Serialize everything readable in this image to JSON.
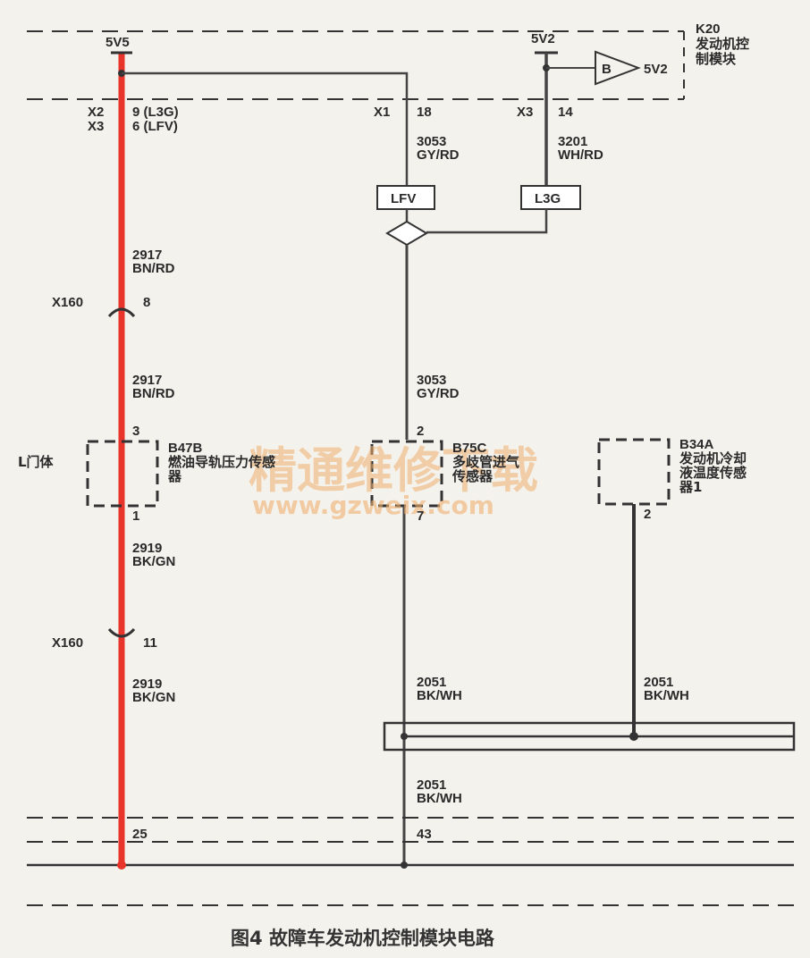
{
  "module": {
    "ref": "K20",
    "name_line1": "发动机控",
    "name_line2": "制模块",
    "supply_5v5": "5V5",
    "supply_5v2": "5V2",
    "buffer_letter": "B",
    "buffer_out": "5V2"
  },
  "connectors": {
    "x2": "X2",
    "x2_pin": "9 (L3G)",
    "x3": "X3",
    "x3_pin": "6 (LFV)",
    "x1_top": "X1",
    "x1_top_pin": "18",
    "x3_top": "X3",
    "x3_top_pin": "14",
    "x160_a": "X160",
    "x160_a_pin": "8",
    "x160_b": "X160",
    "x160_b_pin": "11",
    "bottom_pin_left": "25",
    "bottom_pin_mid": "43"
  },
  "wires": {
    "w3053_top_num": "3053",
    "w3053_top_color": "GY/RD",
    "w3201_num": "3201",
    "w3201_color": "WH/RD",
    "w2917_a_num": "2917",
    "w2917_a_color": "BN/RD",
    "w2917_b_num": "2917",
    "w2917_b_color": "BN/RD",
    "w3053_mid_num": "3053",
    "w3053_mid_color": "GY/RD",
    "w2919_a_num": "2919",
    "w2919_a_color": "BK/GN",
    "w2919_b_num": "2919",
    "w2919_b_color": "BK/GN",
    "w2051_mid_num": "2051",
    "w2051_mid_color": "BK/WH",
    "w2051_right_num": "2051",
    "w2051_right_color": "BK/WH",
    "w2051_bot_num": "2051",
    "w2051_bot_color": "BK/WH"
  },
  "variant_tags": {
    "lfv": "LFV",
    "l3g": "L3G"
  },
  "components": {
    "b47b_ref": "B47B",
    "b47b_line1": "燃油导轨压力传感",
    "b47b_line2": "器",
    "b47b_side": "L门体",
    "b47b_pin_top": "3",
    "b47b_pin_bot": "1",
    "b75c_ref": "B75C",
    "b75c_line1": "多歧管进气",
    "b75c_line2": "传感器",
    "b75c_pin_top": "2",
    "b75c_pin_bot": "7",
    "b34a_ref": "B34A",
    "b34a_line1": "发动机冷却",
    "b34a_line2": "液温度传感",
    "b34a_line3": "器1",
    "b34a_pin": "2"
  },
  "watermark": {
    "cn": "精通维修下载",
    "url": "www.gzweix.com"
  },
  "caption": "图4 故障车发动机控制模块电路",
  "colors": {
    "highlight_wire": "#e8342a",
    "wire": "#444444",
    "background": "#f4f2ec"
  }
}
